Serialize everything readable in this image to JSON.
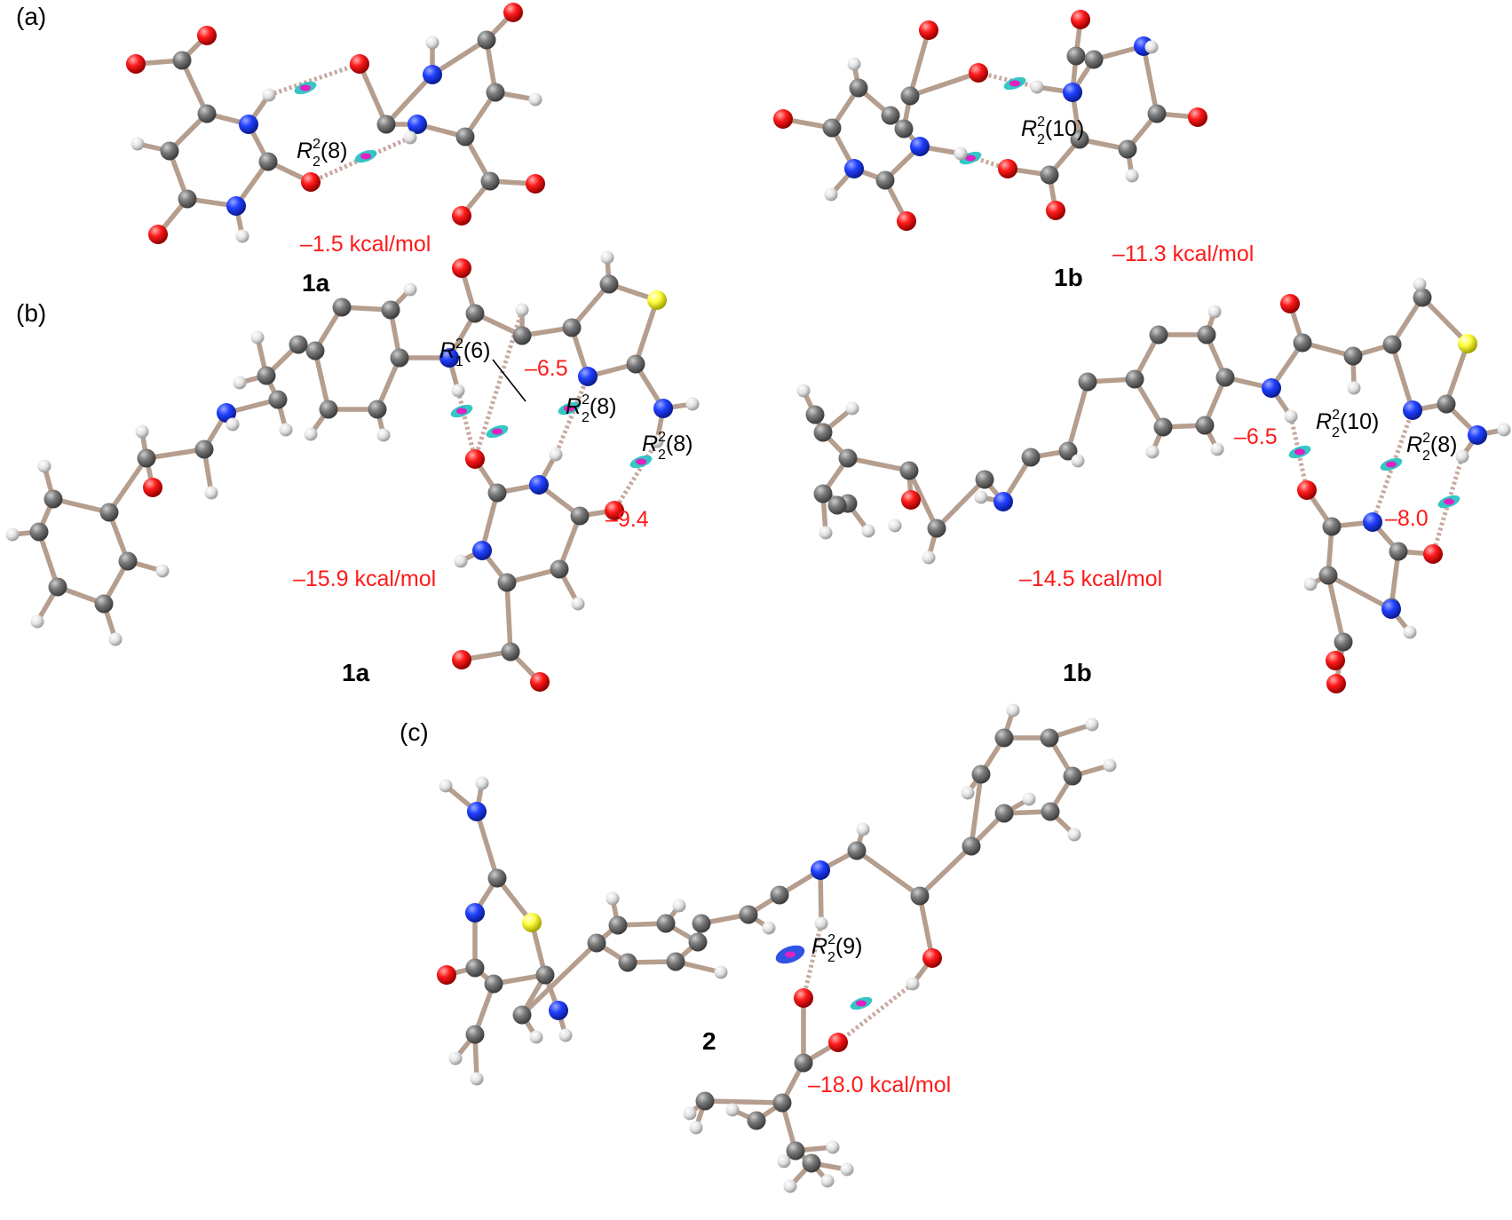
{
  "panels": {
    "a": {
      "label": "(a)",
      "left": {
        "compound": "1a",
        "ring": {
          "R": "R",
          "sup": "2",
          "sub": "2",
          "n": "(8)"
        },
        "energy": "–1.5 kcal/mol"
      },
      "right": {
        "compound": "1b",
        "ring": {
          "R": "R",
          "sup": "2",
          "sub": "2",
          "n": "(10)"
        },
        "energy": "–11.3 kcal/mol"
      }
    },
    "b": {
      "label": "(b)",
      "left": {
        "compound": "1a",
        "rings": [
          {
            "R": "R",
            "sup": "2",
            "sub": "1",
            "n": "(6)"
          },
          {
            "R": "R",
            "sup": "2",
            "sub": "2",
            "n": "(8)"
          },
          {
            "R": "R",
            "sup": "2",
            "sub": "2",
            "n": "(8)"
          }
        ],
        "contact_energies": [
          "–6.5",
          "–9.4"
        ],
        "energy": "–15.9 kcal/mol"
      },
      "right": {
        "compound": "1b",
        "rings": [
          {
            "R": "R",
            "sup": "2",
            "sub": "2",
            "n": "(10)"
          },
          {
            "R": "R",
            "sup": "2",
            "sub": "2",
            "n": "(8)"
          }
        ],
        "contact_energies": [
          "–6.5",
          "–8.0"
        ],
        "energy": "–14.5 kcal/mol"
      }
    },
    "c": {
      "label": "(c)",
      "compound": "2",
      "ring": {
        "R": "R",
        "sup": "2",
        "sub": "2",
        "n": "(9)"
      },
      "energy": "–18.0 kcal/mol"
    }
  },
  "colors": {
    "bond": "#b59e8e",
    "carbon": "#6e6e6e",
    "hydrogen": "#e6e6e6",
    "nitrogen": "#2040ff",
    "oxygen": "#ff1a1a",
    "sulfur": "#ffff40",
    "hbond": "#c8a8a0",
    "nci_teal": "#20c0c0",
    "nci_magenta": "#e020c0",
    "energy_text": "#ff1a1a"
  }
}
